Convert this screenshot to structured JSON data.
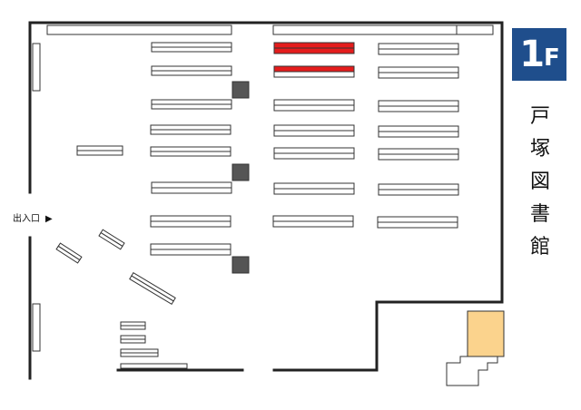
{
  "floor": {
    "number": "1",
    "letter": "F"
  },
  "library_name": [
    "戸",
    "塚",
    "図",
    "書",
    "館"
  ],
  "entrance": {
    "label": "出入口",
    "arrow": "▶"
  },
  "colors": {
    "wall": "#222222",
    "shelf_fill": "#ffffff",
    "shelf_border": "#333333",
    "highlighted_shelf": "#e41c1c",
    "pillar": "#555555",
    "highlighted_room": "#fbd38d",
    "badge": "#1f4e8c"
  }
}
